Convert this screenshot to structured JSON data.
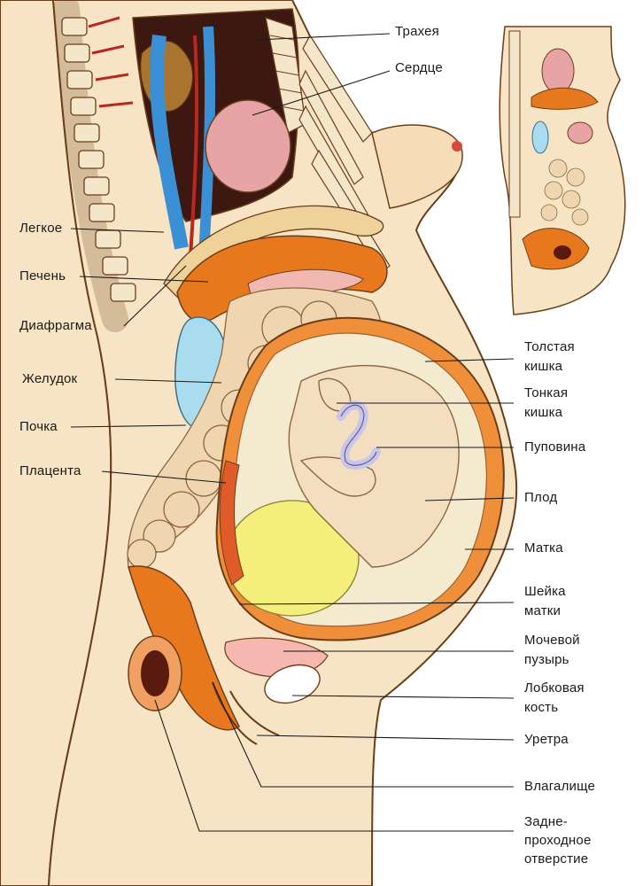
{
  "labels_left": [
    {
      "id": "lung",
      "text": "Легкое"
    },
    {
      "id": "liver",
      "text": "Печень"
    },
    {
      "id": "diaphragm",
      "text": "Диафрагма"
    },
    {
      "id": "stomach",
      "text": "Желудок"
    },
    {
      "id": "kidney",
      "text": "Почка"
    },
    {
      "id": "placenta",
      "text": "Плацента"
    }
  ],
  "labels_right": [
    {
      "id": "trachea",
      "text": "Трахея"
    },
    {
      "id": "heart",
      "text": "Сердце"
    },
    {
      "id": "colon",
      "text": "Толстая\nкишка"
    },
    {
      "id": "small-intestine",
      "text": "Тонкая\nкишка"
    },
    {
      "id": "umbilical-cord",
      "text": "Пуповина"
    },
    {
      "id": "fetus",
      "text": "Плод"
    },
    {
      "id": "uterus",
      "text": "Матка"
    },
    {
      "id": "cervix",
      "text": "Шейка\nматки"
    },
    {
      "id": "bladder",
      "text": "Мочевой\nпузырь"
    },
    {
      "id": "pubic-bone",
      "text": "Лобковая\nкость"
    },
    {
      "id": "urethra",
      "text": "Уретра"
    },
    {
      "id": "vagina",
      "text": "Влагалище"
    },
    {
      "id": "anus",
      "text": "Задне-\nпроходное\nотверстие"
    }
  ],
  "colors": {
    "skin": "#f7e4c4",
    "outline": "#6b3e1a",
    "organ_orange": "#e8781e",
    "intestine": "#efd6b0",
    "stomach": "#a9dcef",
    "amniotic": "#f3ef7a",
    "fetus": "#f3dfc0",
    "uterus_wall": "#f08f3a",
    "heart": "#e8a3a6",
    "lung_dark": "#3c1810",
    "vessel_blue": "#3b8fd4",
    "vessel_red": "#b8281e",
    "spine": "#f4e6c8"
  }
}
